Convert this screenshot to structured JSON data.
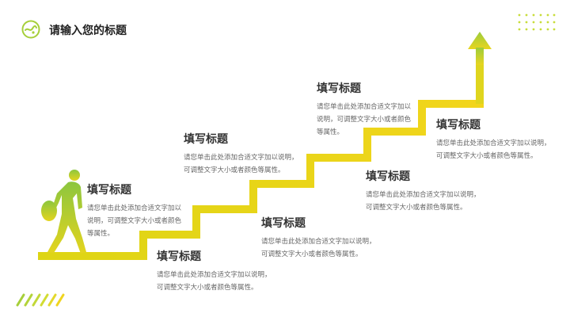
{
  "header": {
    "title": "请输入您的标题"
  },
  "colors": {
    "accent_green": "#9ccc3c",
    "accent_yellow": "#f2d51c",
    "heading": "#333333",
    "body_text": "#666666"
  },
  "icons": {
    "logo": "circular-swirl-logo",
    "arrow": "up-arrow",
    "figure": "walking-person-silhouette"
  },
  "steps": [
    {
      "title": "填写标题",
      "line1": "请您单击此处添加合适文字加以",
      "line2": "说明，可调整文字大小或者颜色",
      "line3": "等属性。"
    },
    {
      "title": "填写标题",
      "line1": "请您单击此处添加合适文字加以说明，",
      "line2": "可调整文字大小或者颜色等属性。"
    },
    {
      "title": "填写标题",
      "line1": "请您单击此处添加合适文字加以说明，",
      "line2": "可调整文字大小或者颜色等属性。"
    },
    {
      "title": "填写标题",
      "line1": "请您单击此处添加合适文字加以说明，",
      "line2": "可调整文字大小或者颜色等属性。"
    },
    {
      "title": "填写标题",
      "line1": "请您单击此处添加合适文字加以",
      "line2": "说明，可调整文字大小或者颜色",
      "line3": "等属性。"
    },
    {
      "title": "填写标题",
      "line1": "请您单击此处添加合适文字加以说明，",
      "line2": "可调整文字大小或者颜色等属性。"
    },
    {
      "title": "填写标题",
      "line1": "请您单击此处添加合适文字加以说明，",
      "line2": "可调整文字大小或者颜色等属性。"
    }
  ]
}
